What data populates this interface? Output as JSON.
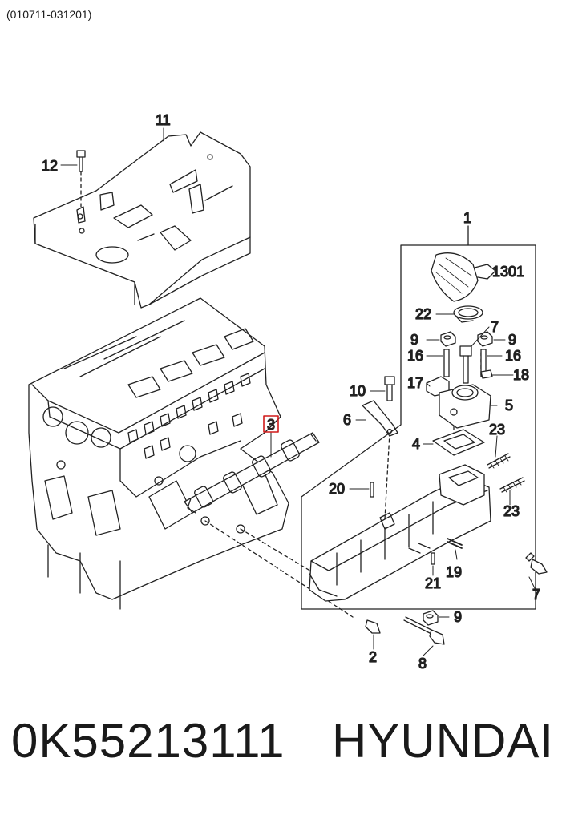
{
  "header": {
    "date_range": "(010711-031201)"
  },
  "callouts": {
    "c1": "1",
    "c2": "2",
    "c3": "3",
    "c4": "4",
    "c5": "5",
    "c6": "6",
    "c7a": "7",
    "c7b": "7",
    "c8": "8",
    "c9a": "9",
    "c9b": "9",
    "c9c": "9",
    "c10": "10",
    "c11": "11",
    "c12": "12",
    "c16a": "16",
    "c16b": "16",
    "c17": "17",
    "c18": "18",
    "c19": "19",
    "c20": "20",
    "c21": "21",
    "c22": "22",
    "c23a": "23",
    "c23b": "23",
    "c1301": "1301"
  },
  "highlight": {
    "part": "3",
    "color": "#d11a1a"
  },
  "footer": {
    "part_number": "0K55213111",
    "brand": "HYUNDAI"
  }
}
